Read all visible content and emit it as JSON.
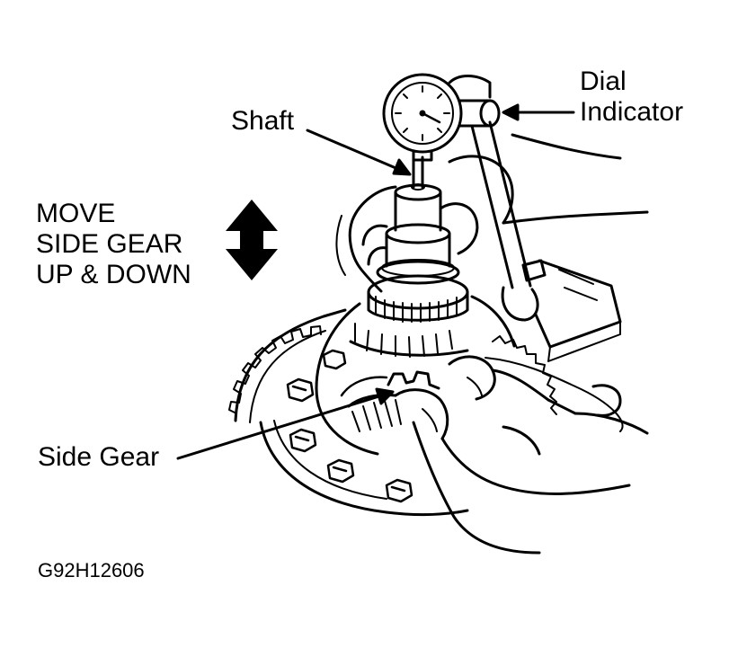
{
  "labels": {
    "dial_indicator": [
      "Dial",
      "Indicator"
    ],
    "shaft": "Shaft",
    "move": [
      "MOVE",
      "SIDE GEAR",
      "UP & DOWN"
    ],
    "side_gear": "Side Gear",
    "figure_code": "G92H12606"
  },
  "colors": {
    "ink": "#000000",
    "paper": "#ffffff"
  },
  "icons": {
    "move_arrow": "double-headed-vertical-arrow-icon"
  }
}
